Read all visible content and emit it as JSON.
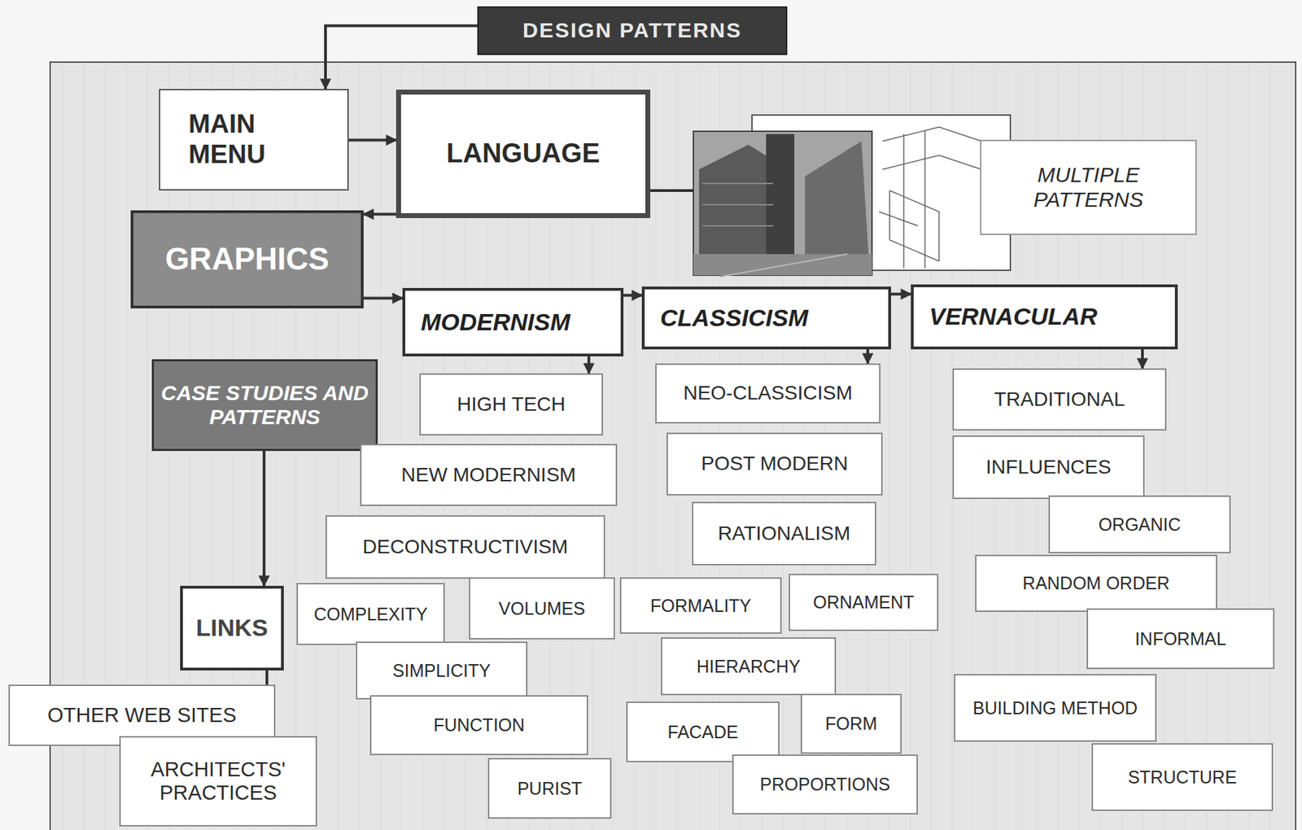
{
  "diagram": {
    "nodes": [
      {
        "text": [
          "DESIGN PATTERNS"
        ]
      },
      {
        "text": [
          "MAIN MENU"
        ]
      },
      {
        "text": [
          "LANGUAGE"
        ]
      },
      {
        "text": [
          "MULTIPLE PATTERNS"
        ]
      },
      {
        "text": [
          "GRAPHICS"
        ]
      },
      {
        "text": [
          "MODERNISM"
        ]
      },
      {
        "text": [
          "CLASSICISM"
        ]
      },
      {
        "text": [
          "VERNACULAR"
        ]
      },
      {
        "text": [
          "CASE STUDIES AND PATTERNS"
        ]
      },
      {
        "text": [
          "HIGH TECH"
        ]
      },
      {
        "text": [
          "NEO-CLASSICISM"
        ]
      },
      {
        "text": [
          "TRADITIONAL"
        ]
      },
      {
        "text": [
          "NEW MODERNISM"
        ]
      },
      {
        "text": [
          "POST MODERN"
        ]
      },
      {
        "text": [
          "INFLUENCES"
        ]
      },
      {
        "text": [
          "DECONSTRUCTIVISM"
        ]
      },
      {
        "text": [
          "RATIONALISM"
        ]
      },
      {
        "text": [
          "ORGANIC"
        ]
      },
      {
        "text": [
          "RANDOM ORDER"
        ]
      },
      {
        "text": [
          "LINKS"
        ]
      },
      {
        "text": [
          "COMPLEXITY"
        ]
      },
      {
        "text": [
          "VOLUMES"
        ]
      },
      {
        "text": [
          "FORMALITY"
        ]
      },
      {
        "text": [
          "ORNAMENT"
        ]
      },
      {
        "text": [
          "INFORMAL"
        ]
      },
      {
        "text": [
          "SIMPLICITY"
        ]
      },
      {
        "text": [
          "HIERARCHY"
        ]
      },
      {
        "text": [
          "OTHER WEB SITES"
        ]
      },
      {
        "text": [
          "BUILDING METHOD"
        ]
      },
      {
        "text": [
          "FUNCTION"
        ]
      },
      {
        "text": [
          "FACADE"
        ]
      },
      {
        "text": [
          "FORM"
        ]
      },
      {
        "text": [
          "ARCHITECTS' PRACTICES"
        ]
      },
      {
        "text": [
          "STRUCTURE"
        ]
      },
      {
        "text": [
          "PURIST"
        ]
      },
      {
        "text": [
          "PROPORTIONS"
        ]
      }
    ],
    "edges": [
      {
        "from": 0,
        "to": 1,
        "arrow": "to"
      },
      {
        "from": 1,
        "to": 2,
        "arrow": "to"
      },
      {
        "from": 2,
        "to": 4,
        "arrow": "to"
      },
      {
        "from": 4,
        "to": 5,
        "arrow": "to"
      },
      {
        "from": 5,
        "to": 6,
        "arrow": "to"
      },
      {
        "from": 6,
        "to": 7,
        "arrow": "to"
      },
      {
        "from": 5,
        "to": 9,
        "arrow": "to"
      },
      {
        "from": 6,
        "to": 10,
        "arrow": "to"
      },
      {
        "from": 7,
        "to": 11,
        "arrow": "to"
      },
      {
        "from": 8,
        "to": 19,
        "arrow": "to"
      },
      {
        "from": 19,
        "to": 27,
        "arrow": "none"
      }
    ]
  }
}
